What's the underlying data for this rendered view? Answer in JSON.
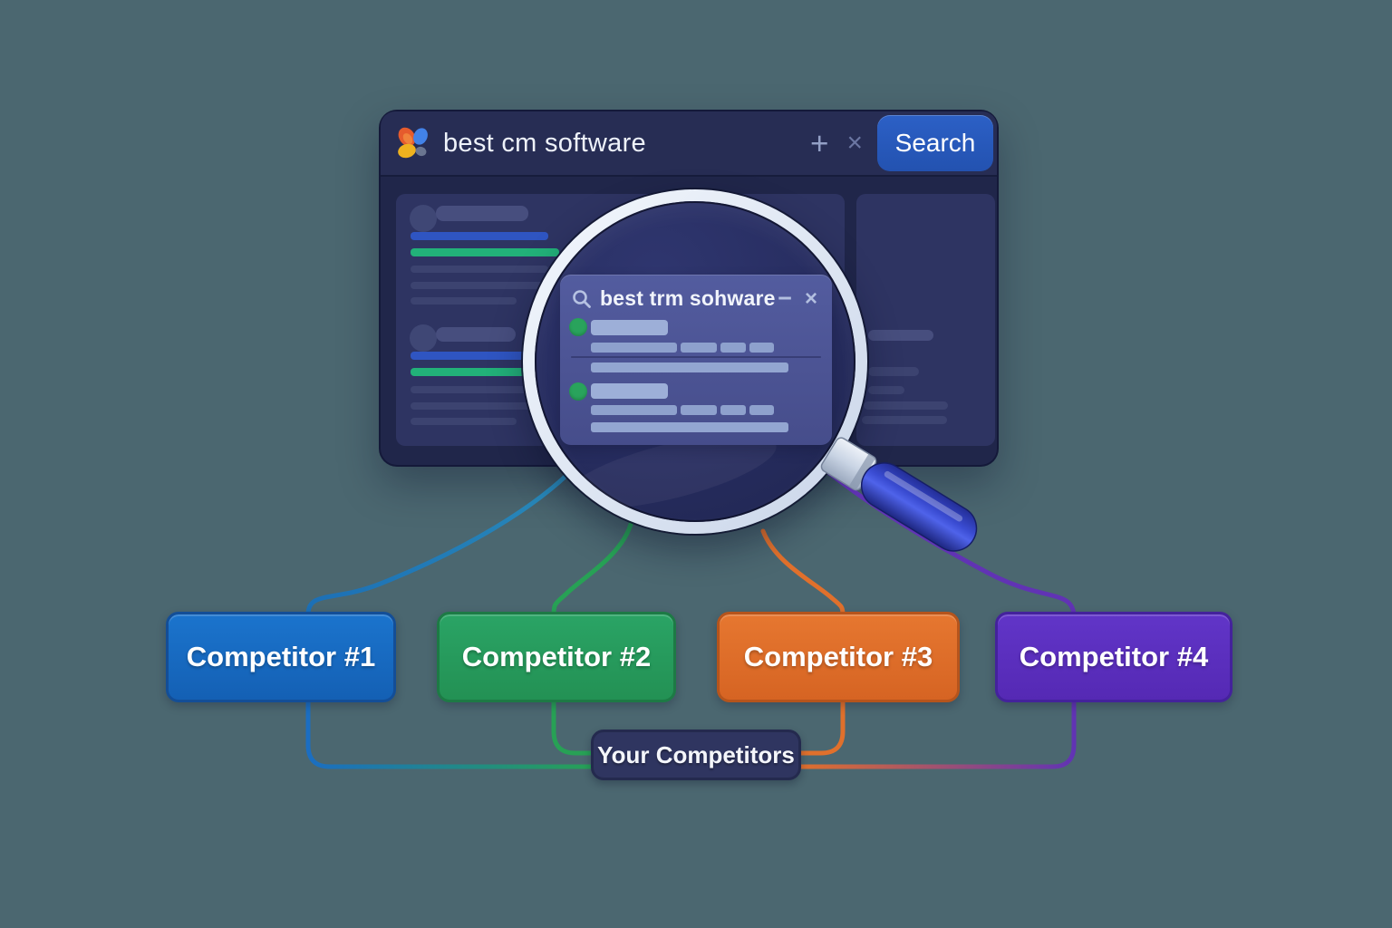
{
  "background_color": "#4b6770",
  "browser": {
    "query": "best cm software",
    "new_tab_icon": "+",
    "close_tab_icon": "×",
    "search_button": "Search",
    "logo_icon": "four-petal-logo",
    "accent_colors": {
      "window": "#20264a",
      "topbar": "#272d54",
      "panel": "#2e3462",
      "search_button_blue": "#2759bd",
      "skeleton_link_blue": "#2f55c2",
      "skeleton_link_green": "#22b179"
    }
  },
  "magnifier": {
    "query": "best trm sohware",
    "search_icon": "magnifying-glass",
    "minimize_icon": "−",
    "close_icon": "×",
    "result_dot_color": "#29a35c",
    "lens_handle_color": "#3a4cd2"
  },
  "competitors": [
    {
      "label": "Competitor #1",
      "color": "#1667be",
      "line_color": "#1e7fb8"
    },
    {
      "label": "Competitor #2",
      "color": "#26995d",
      "line_color": "#27a155"
    },
    {
      "label": "Competitor #3",
      "color": "#dd6a26",
      "line_color": "#e0702c"
    },
    {
      "label": "Competitor #4",
      "color": "#5a2dbd",
      "line_color": "#6133b4"
    }
  ],
  "hub": {
    "label": "Your Competitors",
    "color": "#2f3560"
  }
}
